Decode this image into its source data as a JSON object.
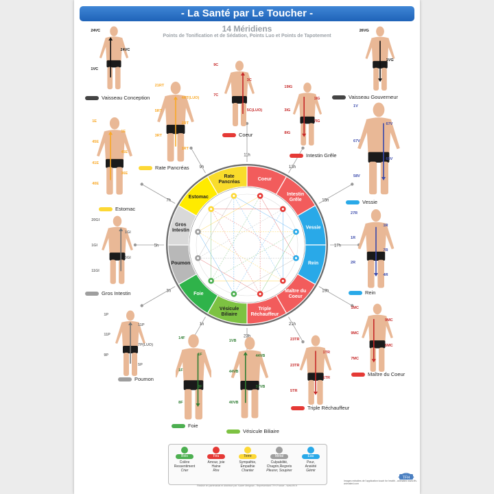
{
  "title": "- La Santé par Le Toucher -",
  "subtitle": "14 Méridiens",
  "subtitle2": "Points de Tonification et de Sédation, Points Luo et Points de Tapotement",
  "meridians": [
    {
      "label": "Vaisseau Conception",
      "points": [
        "24VC",
        "24VC",
        "1VC"
      ]
    },
    {
      "label": "Vaisseau Gouverneur",
      "points": [
        "26VG",
        "1VG"
      ]
    },
    {
      "label": "Coeur",
      "points": [
        "9C",
        "3C",
        "7C",
        "5C(LUO)"
      ]
    },
    {
      "label": "Intestin Grêle",
      "points": [
        "19IG",
        "1IG",
        "3IG",
        "7IG",
        "8IG"
      ]
    },
    {
      "label": "Rate Pancréas",
      "points": [
        "21RT",
        "4RT(LUO)",
        "5RT",
        "2RT",
        "3RT",
        "1RT"
      ]
    },
    {
      "label": "Vessie",
      "points": [
        "1V",
        "67V",
        "67V",
        "65V",
        "58V"
      ]
    },
    {
      "label": "Estomac",
      "points": [
        "1E",
        "1E",
        "45E",
        "45E",
        "41E",
        "36E",
        "40E"
      ]
    },
    {
      "label": "Rein",
      "points": [
        "27R",
        "1R",
        "1R",
        "7R",
        "2R",
        "4R"
      ]
    },
    {
      "label": "Gros Intestin",
      "points": [
        "20GI",
        "1GI",
        "1GI",
        "6GI",
        "11GI"
      ]
    },
    {
      "label": "Maître du Coeur",
      "points": [
        "1MC",
        "9MC",
        "9MC",
        "6MC",
        "7MC"
      ]
    },
    {
      "label": "Poumon",
      "points": [
        "1P",
        "11P",
        "11P",
        "7P(LUO)",
        "9P",
        "5P"
      ]
    },
    {
      "label": "Foie",
      "points": [
        "14F",
        "1F",
        "1F",
        "3F",
        "8F"
      ]
    },
    {
      "label": "Vésicule Biliaire",
      "points": [
        "1VB",
        "44VB",
        "44VB",
        "37VB",
        "40VB"
      ]
    },
    {
      "label": "Triple Réchauffeur",
      "points": [
        "23TR",
        "1TR",
        "23TR",
        "1TR",
        "5TR"
      ]
    }
  ],
  "wheel": {
    "segments": [
      {
        "label": "Coeur",
        "color": "#f25c5c",
        "hour": "13h"
      },
      {
        "label": "Intestin Grêle",
        "color": "#f25c5c",
        "hour": "15h"
      },
      {
        "label": "Vessie",
        "color": "#29a9e8",
        "hour": "17h"
      },
      {
        "label": "Rein",
        "color": "#29a9e8",
        "hour": "19h"
      },
      {
        "label": "Maître du Coeur",
        "color": "#f25c5c",
        "hour": "21h"
      },
      {
        "label": "Triple Réchauffeur",
        "color": "#f25c5c",
        "hour": "23h"
      },
      {
        "label": "Vésicule Biliaire",
        "color": "#7dc242",
        "hour": "1h"
      },
      {
        "label": "Foie",
        "color": "#2fb34a",
        "hour": "3h"
      },
      {
        "label": "Poumon",
        "color": "#b8b8b8",
        "hour": "5h"
      },
      {
        "label": "Gros Intestin",
        "color": "#d9d9d9",
        "hour": "7h"
      },
      {
        "label": "Estomac",
        "color": "#ffeb00",
        "hour": "9h"
      },
      {
        "label": "Rate Pancréas",
        "color": "#f9dc2b",
        "hour": "11h"
      }
    ]
  },
  "legend": [
    {
      "element": "Bois",
      "color": "#4caf50",
      "emotions": [
        "Colère",
        "Ressentiment"
      ],
      "action": "Crier"
    },
    {
      "element": "Feu",
      "color": "#e53935",
      "emotions": [
        "Amour, joie",
        "Haine"
      ],
      "action": "Rire"
    },
    {
      "element": "Terre",
      "color": "#fdd835",
      "emotions": [
        "Sympathie,",
        "Empathie"
      ],
      "action": "Chanter"
    },
    {
      "element": "Métal",
      "color": "#9e9e9e",
      "emotions": [
        "Culpabilité,",
        "Chagrin,Regrets"
      ],
      "action": "Pleurer, Soupirer"
    },
    {
      "element": "Eau",
      "color": "#29a9e8",
      "emotions": [
        "Peur,",
        "Anxiété"
      ],
      "action": "Gémir"
    }
  ],
  "footer": "Réalisé en partenariat et distribué par Xavier Meignan - Représentant TFH France - www.tfh.fr",
  "brand": "TFH",
  "brand_note": "Images extraites de l'application touch for health - animated www.tfh-animated.com"
}
